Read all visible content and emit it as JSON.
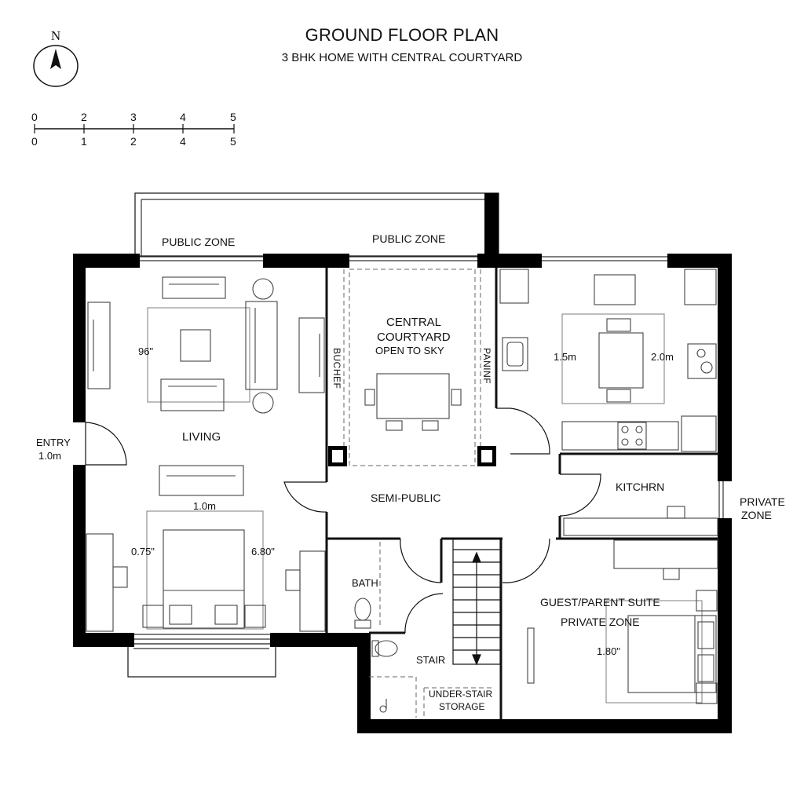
{
  "header": {
    "title": "GROUND FLOOR PLAN",
    "subtitle": "3 BHK HOME WITH CENTRAL COURTYARD"
  },
  "compass": {
    "north": "N",
    "icon": "north-arrow-icon"
  },
  "scale_bar": {
    "top_ticks": [
      "0",
      "2",
      "3",
      "4",
      "5"
    ],
    "bottom_ticks": [
      "0",
      "1",
      "2",
      "4",
      "5"
    ]
  },
  "zones": {
    "public_left": "PUBLIC ZONE",
    "public_right": "PUBLIC ZONE",
    "semi_public": "SEMI-PUBLIC",
    "private_line1": "PRIVATE",
    "private_line2": "ZONE"
  },
  "rooms": {
    "courtyard_line1": "CENTRAL",
    "courtyard_line2": "COURTYARD",
    "courtyard_line3": "OPEN TO SKY",
    "living": "LIVING",
    "kitchen": "KITCHRN",
    "bath": "BATH",
    "stair": "STAIR",
    "storage_line1": "UNDER-STAIR",
    "storage_line2": "STORAGE",
    "guest_suite": "GUEST/PARENT SUITE",
    "private_zone": "PRIVATE ZONE"
  },
  "entry": {
    "label": "ENTRY",
    "width": "1.0m"
  },
  "vertical_labels": {
    "left": "BUCHEF",
    "right": "PANINF"
  },
  "dimensions": {
    "living_table": "96\"",
    "bedroom_width": "1.0m",
    "bedroom_left": "0.75\"",
    "bedroom_right": "6.80\"",
    "dining_left": "1.5m",
    "dining_right": "2.0m",
    "suite_bed": "1.80\""
  },
  "colors": {
    "wall": "#000000",
    "line": "#333333",
    "background": "#ffffff"
  }
}
